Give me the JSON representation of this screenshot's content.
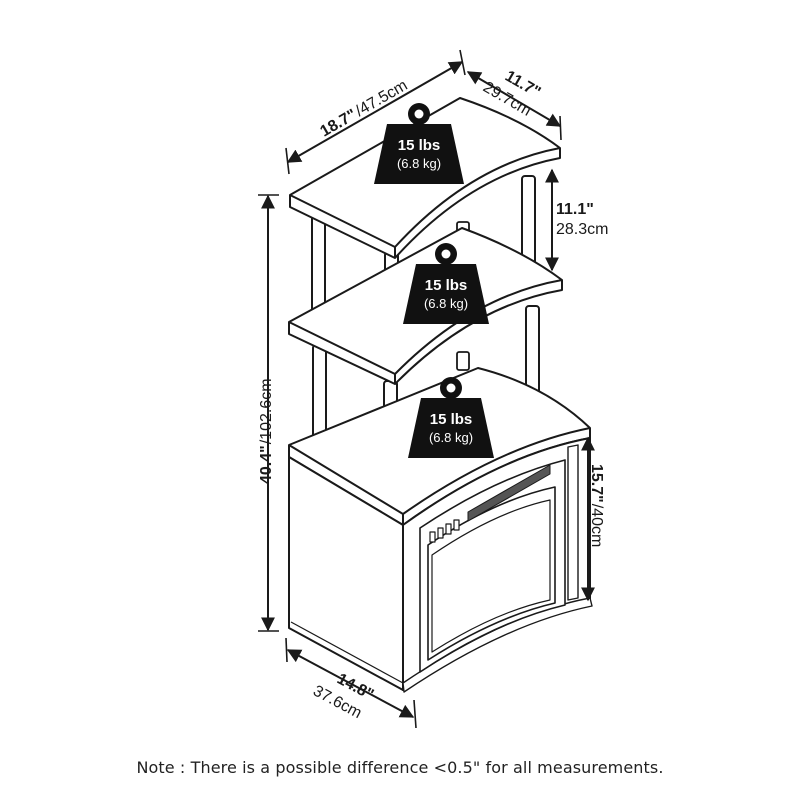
{
  "dimensions": {
    "width": {
      "imperial": "18.7\"",
      "metric": "/47.5cm"
    },
    "depth": {
      "imperial": "11.7\"",
      "metric": "29.7cm"
    },
    "shelf_spacing": {
      "imperial": "11.1\"",
      "metric": "28.3cm"
    },
    "total_height": {
      "imperial": "40.4\"",
      "metric": "/102.6cm"
    },
    "cabinet_height": {
      "imperial": "15.7\"",
      "metric": "/40cm"
    },
    "base_width": {
      "imperial": "14.8\"",
      "metric": "37.6cm"
    }
  },
  "weight_capacity": [
    {
      "lbs": "15 lbs",
      "kg": "(6.8 kg)"
    },
    {
      "lbs": "15 lbs",
      "kg": "(6.8 kg)"
    },
    {
      "lbs": "15 lbs",
      "kg": "(6.8 kg)"
    }
  ],
  "note": "Note : There is a possible difference <0.5\" for all measurements."
}
